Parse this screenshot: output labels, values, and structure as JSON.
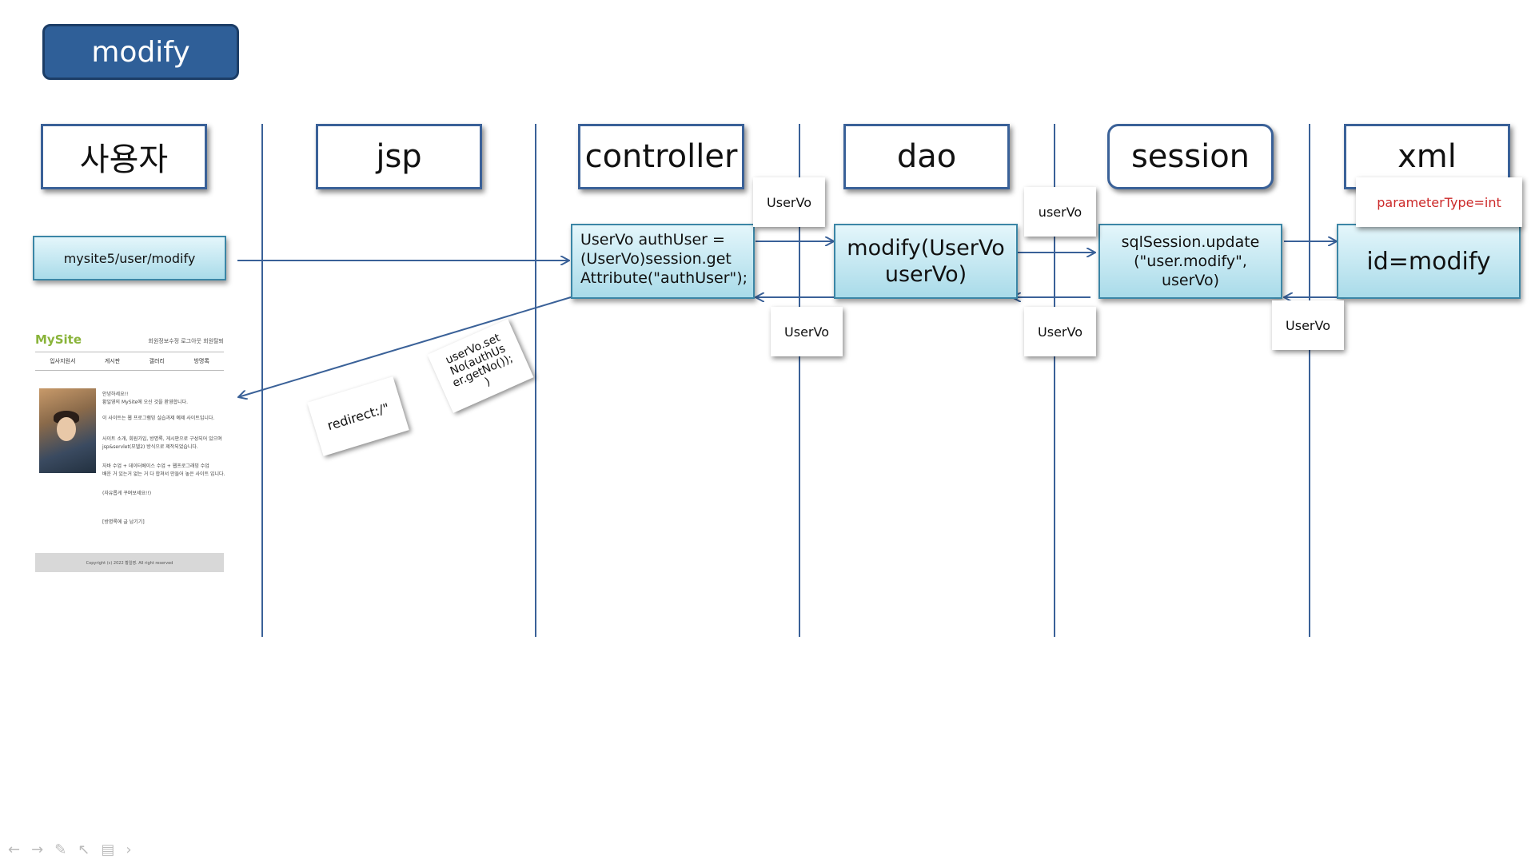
{
  "title": "modify",
  "lanes": {
    "user": "사용자",
    "jsp": "jsp",
    "controller": "controller",
    "dao": "dao",
    "session": "session",
    "xml": "xml"
  },
  "boxes": {
    "request": "mysite5/user/modify",
    "controller_line1": "UserVo authUser =",
    "controller_line2": "(UserVo)session.get",
    "controller_line3": "Attribute(\"authUser\");",
    "dao_line1": "modify(UserVo",
    "dao_line2": "userVo)",
    "session_line1": "sqlSession.update",
    "session_line2": "(\"user.modify\",",
    "session_line3": "userVo)",
    "xml": "id=modify"
  },
  "notes": {
    "ctrl_to_dao": "UserVo",
    "dao_to_ctrl": "UserVo",
    "dao_to_session": "userVo",
    "session_to_dao": "UserVo",
    "xml_to_session": "UserVo",
    "parameter_type": "parameterType=int",
    "redirect": "redirect:/\"",
    "setno_line1": "userVo.set",
    "setno_line2": "No(authUs",
    "setno_line3": "er.getNo());",
    "setno_line4": ")"
  },
  "mini_page": {
    "brand": "MySite",
    "topnav": "회원정보수정   로그아웃   회원탈퇴",
    "menu": [
      "입사지원서",
      "게시판",
      "갤러리",
      "방명록"
    ],
    "text_lines": [
      "안녕하세요!!",
      "황일영의 MySite에 오신 것을 환영합니다.",
      "",
      "이 사이트는 웹 프로그램밍 실습과제 예제 사이트입니다.",
      "",
      "사이트 소개, 회원가입, 방명록, 게시판으로 구성되어 있으며",
      "jsp&servlet(모델2) 방식으로 제작되었습니다.",
      "",
      "자바 수업 + 데이터베이스 수업 + 웹프로그래밍 수업",
      "배운 거 있는거 없는 거 다 합쳐서 만들어 놓은 사이트 입니다.",
      "",
      "(자유롭게 꾸며보세요!!)",
      "",
      "[방명록에 글 남기기]"
    ],
    "footer": "Copyright (c) 2022 황일영. All right reserved"
  },
  "colors": {
    "title_bg": "#2f5f98",
    "lane_border": "#3a6198",
    "box_border": "#3b86a6",
    "param_note": "#cc2a2a"
  }
}
